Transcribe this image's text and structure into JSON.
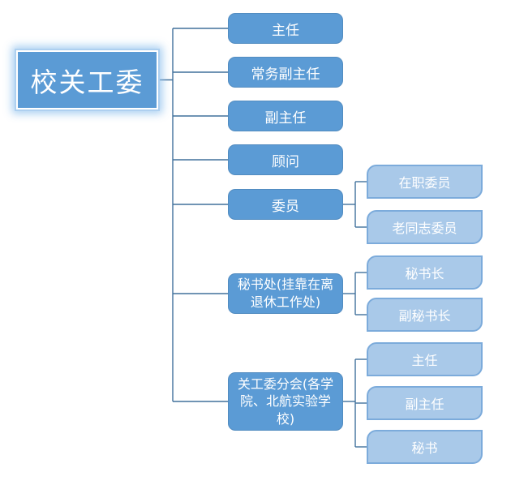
{
  "colors": {
    "primary_node_fill": "#5b9bd5",
    "leaf_node_fill": "#a9c9e9",
    "leaf_node_border": "#7cabdb",
    "root_border": "#ffffff",
    "root_glow": "#98c6ee",
    "connector_line": "#41719c",
    "node_text": "#ffffff",
    "background": "#ffffff"
  },
  "org_chart": {
    "root": {
      "label": "校关工委"
    },
    "branches": [
      {
        "label": "主任",
        "children": []
      },
      {
        "label": "常务副主任",
        "children": []
      },
      {
        "label": "副主任",
        "children": []
      },
      {
        "label": "顾问",
        "children": []
      },
      {
        "label": "委员",
        "children": [
          {
            "label": "在职委员"
          },
          {
            "label": "老同志委员"
          }
        ]
      },
      {
        "label": "秘书处(挂靠在离退休工作处)",
        "children": [
          {
            "label": "秘书长"
          },
          {
            "label": "副秘书长"
          }
        ]
      },
      {
        "label": "关工委分会(各学院、北航实验学校)",
        "children": [
          {
            "label": "主任"
          },
          {
            "label": "副主任"
          },
          {
            "label": "秘书"
          }
        ]
      }
    ]
  }
}
